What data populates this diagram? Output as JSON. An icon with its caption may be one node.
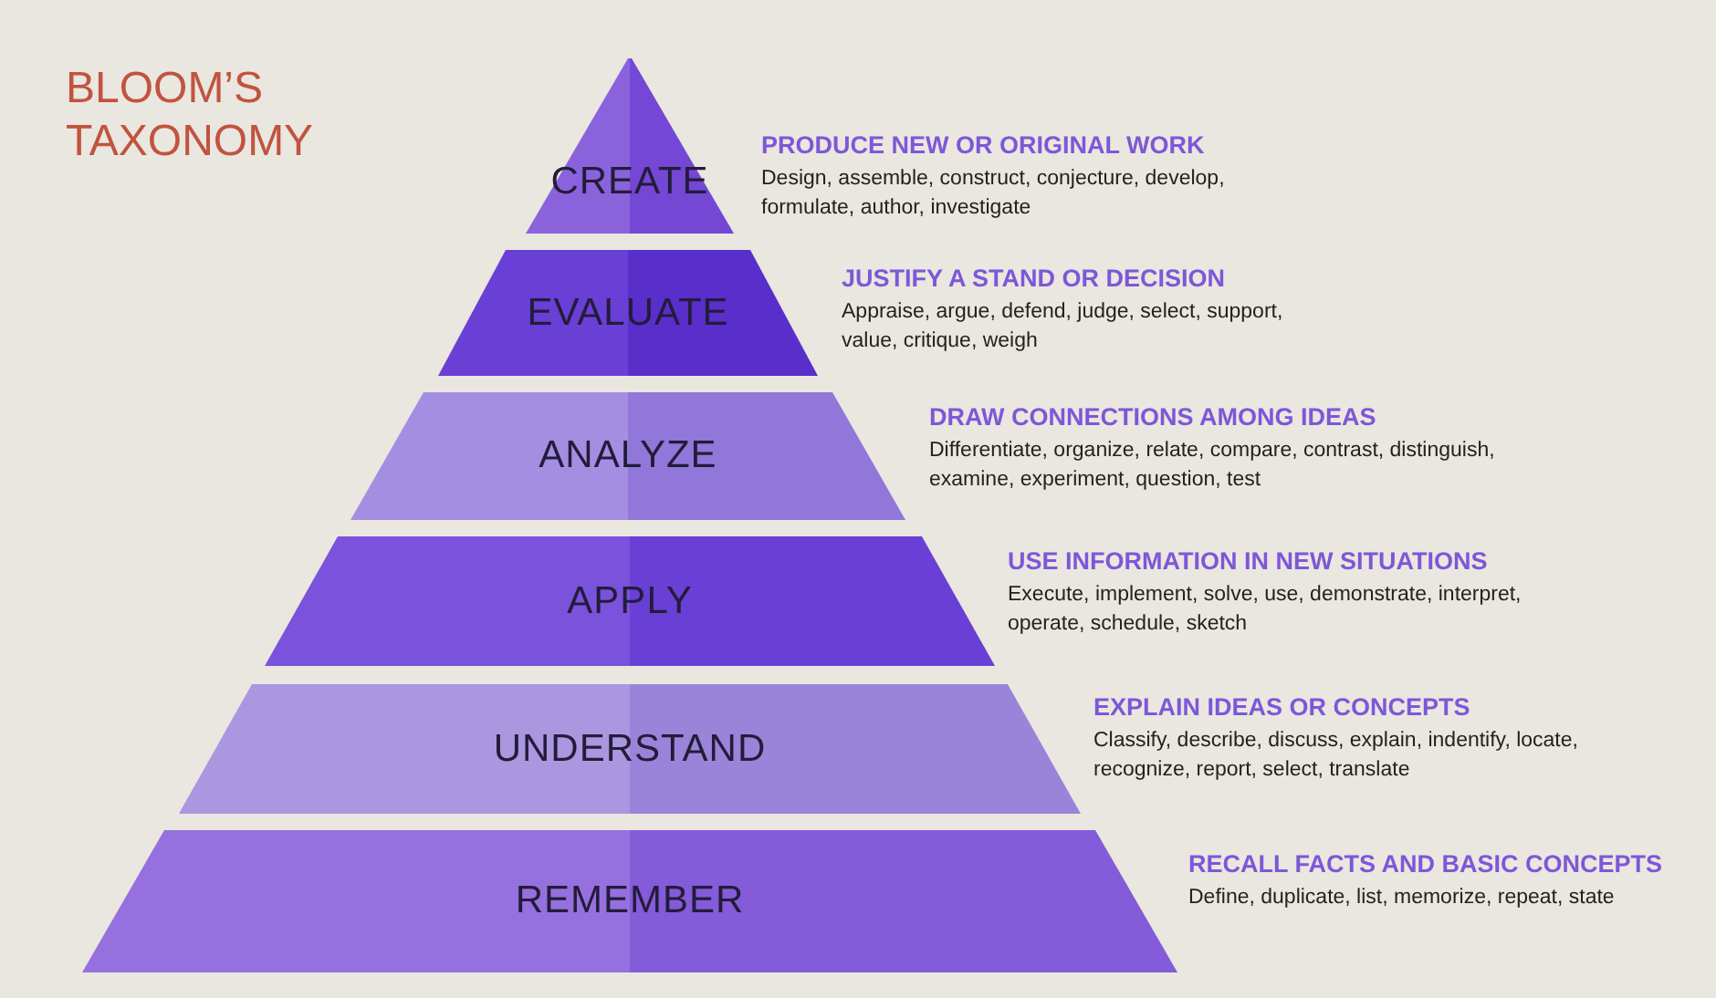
{
  "diagram": {
    "title": "BLOOM’S TAXONOMY",
    "nodes": [
      {
        "text": [
          "CREATE"
        ],
        "beside": [
          "PRODUCE NEW OR ORIGINAL WORK",
          "Design, assemble, construct, conjecture, develop, formulate, author, investigate"
        ]
      },
      {
        "text": [
          "EVALUATE"
        ],
        "beside": [
          "JUSTIFY A STAND OR DECISION",
          "Appraise, argue, defend, judge, select, support, value, critique, weigh"
        ]
      },
      {
        "text": [
          "ANALYZE"
        ],
        "beside": [
          "DRAW CONNECTIONS AMONG IDEAS",
          "Differentiate, organize, relate, compare, contrast, distinguish, examine, experiment, question, test"
        ]
      },
      {
        "text": [
          "APPLY"
        ],
        "beside": [
          "USE INFORMATION IN NEW SITUATIONS",
          "Execute, implement, solve, use, demonstrate, interpret, operate, schedule, sketch"
        ]
      },
      {
        "text": [
          "UNDERSTAND"
        ],
        "beside": [
          "EXPLAIN IDEAS OR CONCEPTS",
          "Classify, describe, discuss, explain, indentify, locate, recognize, report, select, translate"
        ]
      },
      {
        "text": [
          "REMEMBER"
        ],
        "beside": [
          "RECALL FACTS AND BASIC CONCEPTS",
          "Define, duplicate, list, memorize, repeat, state"
        ]
      }
    ],
    "edges": []
  }
}
